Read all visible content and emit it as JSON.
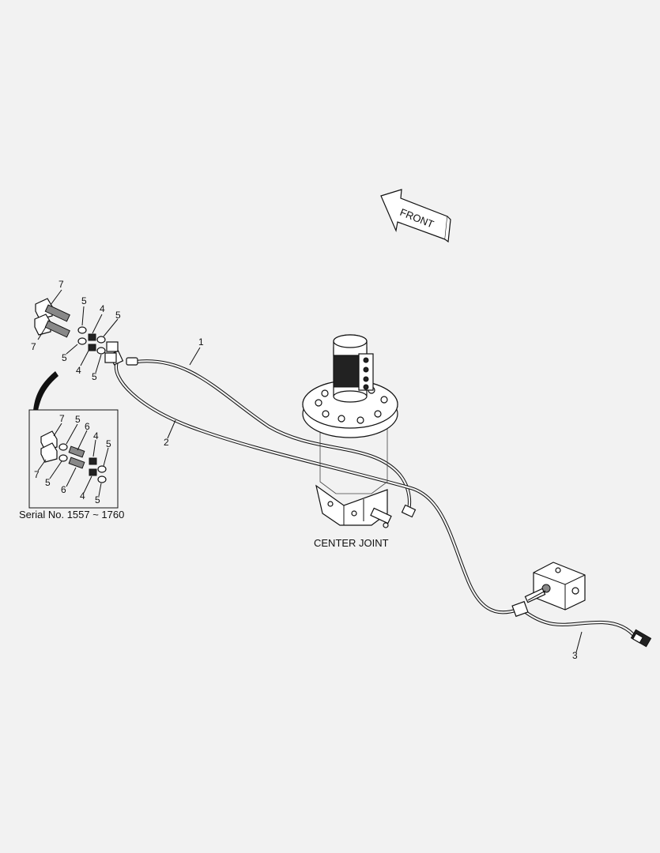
{
  "direction_arrow": {
    "label": "FRONT",
    "icon": "front-arrow-icon"
  },
  "main_label": "CENTER JOINT",
  "callouts": {
    "c1": "1",
    "c2": "2",
    "c3": "3",
    "tl7a": "7",
    "tl7b": "7",
    "tl5a": "5",
    "tl5b": "5",
    "tl5c": "5",
    "tl5d": "5",
    "tl4a": "4",
    "tl4b": "4"
  },
  "inset": {
    "caption": "Serial No. 1557 ~ 1760",
    "callouts": {
      "i7a": "7",
      "i5a": "5",
      "i6a": "6",
      "i4a": "4",
      "i5b": "5",
      "i7b": "7",
      "i5c": "5",
      "i6b": "6",
      "i4b": "4",
      "i5d": "5"
    }
  },
  "colors": {
    "background": "#f2f2f2",
    "line": "#111111",
    "part_fill": "#ffffff",
    "dark_fill": "#222222"
  }
}
